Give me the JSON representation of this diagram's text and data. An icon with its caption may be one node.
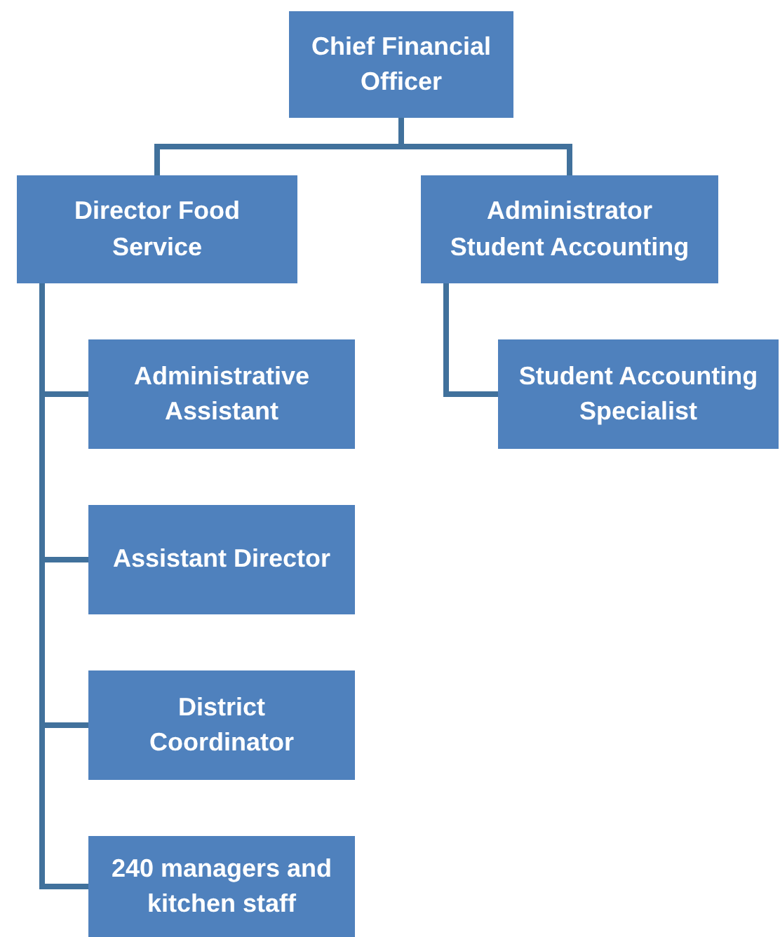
{
  "diagram": {
    "nodes": [
      {
        "text": [
          "Chief Financial Officer"
        ]
      },
      {
        "text": [
          "Director Food Service"
        ]
      },
      {
        "text": [
          "Administrator Student Accounting"
        ]
      },
      {
        "text": [
          "Administrative Assistant"
        ]
      },
      {
        "text": [
          "Assistant Director"
        ]
      },
      {
        "text": [
          "District Coordinator"
        ]
      },
      {
        "text": [
          "240 managers and kitchen staff"
        ]
      },
      {
        "text": [
          "Student Accounting Specialist"
        ]
      }
    ],
    "edges": [
      {
        "from": 0,
        "to": 1,
        "arrow": "none"
      },
      {
        "from": 0,
        "to": 2,
        "arrow": "none"
      },
      {
        "from": 1,
        "to": 3,
        "arrow": "none"
      },
      {
        "from": 1,
        "to": 4,
        "arrow": "none"
      },
      {
        "from": 1,
        "to": 5,
        "arrow": "none"
      },
      {
        "from": 1,
        "to": 6,
        "arrow": "none"
      },
      {
        "from": 2,
        "to": 7,
        "arrow": "none"
      }
    ]
  }
}
